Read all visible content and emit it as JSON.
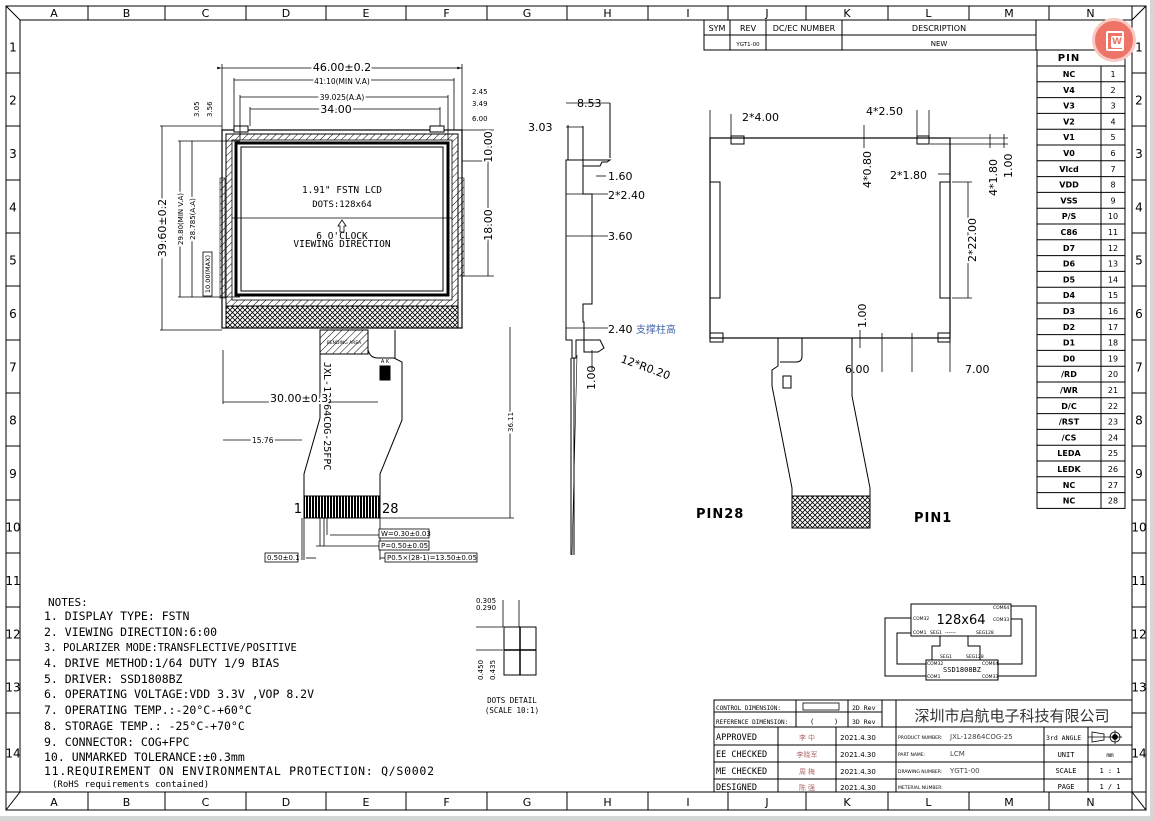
{
  "grid": {
    "columns": [
      "A",
      "B",
      "C",
      "D",
      "E",
      "F",
      "G",
      "H",
      "I",
      "J",
      "K",
      "L",
      "M",
      "N"
    ],
    "rows": [
      "1",
      "2",
      "3",
      "4",
      "5",
      "6",
      "7",
      "8",
      "9",
      "10",
      "11",
      "12",
      "13",
      "14"
    ]
  },
  "revision_table": {
    "headers": [
      "SYM",
      "REV",
      "DC/EC NUMBER",
      "DESCRIPTION"
    ],
    "row": {
      "sym": "",
      "rev": "YGT1-00",
      "dcec": "",
      "description": "NEW"
    }
  },
  "pin_table": {
    "header": "PIN",
    "pins": [
      {
        "name": "NC",
        "num": "1"
      },
      {
        "name": "V4",
        "num": "2"
      },
      {
        "name": "V3",
        "num": "3"
      },
      {
        "name": "V2",
        "num": "4"
      },
      {
        "name": "V1",
        "num": "5"
      },
      {
        "name": "V0",
        "num": "6"
      },
      {
        "name": "Vlcd",
        "num": "7"
      },
      {
        "name": "VDD",
        "num": "8"
      },
      {
        "name": "VSS",
        "num": "9"
      },
      {
        "name": "P/S",
        "num": "10"
      },
      {
        "name": "C86",
        "num": "11"
      },
      {
        "name": "D7",
        "num": "12"
      },
      {
        "name": "D6",
        "num": "13"
      },
      {
        "name": "D5",
        "num": "14"
      },
      {
        "name": "D4",
        "num": "15"
      },
      {
        "name": "D3",
        "num": "16"
      },
      {
        "name": "D2",
        "num": "17"
      },
      {
        "name": "D1",
        "num": "18"
      },
      {
        "name": "D0",
        "num": "19"
      },
      {
        "name": "/RD",
        "num": "20"
      },
      {
        "name": "/WR",
        "num": "21"
      },
      {
        "name": "D/C",
        "num": "22"
      },
      {
        "name": "/RST",
        "num": "23"
      },
      {
        "name": "/CS",
        "num": "24"
      },
      {
        "name": "LEDA",
        "num": "25"
      },
      {
        "name": "LEDK",
        "num": "26"
      },
      {
        "name": "NC",
        "num": "27"
      },
      {
        "name": "NC",
        "num": "28"
      }
    ]
  },
  "front_view": {
    "dims": {
      "width_total": "46.00±0.2",
      "min_va": "41.10(MIN V.A)",
      "aa": "39.025(A.A)",
      "w34": "34.00",
      "d245": "2.45",
      "d349": "3.49",
      "d600": "6.00",
      "d305": "3.05",
      "d356": "3.56",
      "height_total": "39.60±0.2",
      "h_min_va": "29.80(MIN V.A)",
      "h_aa": "28.785(A.A)",
      "h_max": "10.00(MAX)",
      "r10": "10.00",
      "r18": "18.00",
      "fpc_w": "30.00±0.3",
      "fpc_off": "15.76",
      "fpc_len": "36.11"
    },
    "lcd_lines": [
      "1.91\" FSTN LCD",
      "DOTS:128x64"
    ],
    "view_lines": [
      "6 O'CLOCK",
      "VIEWING DIRECTION"
    ],
    "bending_area": "BENDING AREA",
    "ak_label": "A K",
    "fpc_label": "JXL-12864COG-25FPC",
    "pin_first": "1",
    "pin_last": "28",
    "tolerances": {
      "w": "W=0.30±0.03",
      "p": "P=0.50±0.05",
      "pitch": "P0.5×(28-1)=13.50±0.05",
      "edge": "0.50±0.1"
    }
  },
  "side_view": {
    "d853": "8.53",
    "d303": "3.03",
    "d160": "1.60",
    "d2x240": "2*2.40",
    "d360": "3.60",
    "d240": "2.40",
    "support_note": "支撑柱高",
    "d100": "1.00",
    "radius": "12*R0.20"
  },
  "back_view": {
    "d2x400": "2*4.00",
    "d4x250": "4*2.50",
    "d4x080": "4*0.80",
    "d2x180": "2*1.80",
    "d4x180": "4*1.80",
    "d100": "1.00",
    "d2x2200": "2*22.00",
    "d100b": "1.00",
    "d600": "6.00",
    "d700": "7.00",
    "pin28": "PIN28",
    "pin1": "PIN1"
  },
  "notes": {
    "title": "NOTES:",
    "items": [
      "1. DISPLAY TYPE: FSTN",
      "2. VIEWING DIRECTION:6:00",
      "3. POLARIZER MODE:TRANSFLECTIVE/POSITIVE",
      "4. DRIVE METHOD:1/64 DUTY 1/9 BIAS",
      "5. DRIVER: SSD1808BZ",
      "6. OPERATING VOLTAGE:VDD 3.3V ,VOP 8.2V",
      "7. OPERATING TEMP.:-20°C-+60°C",
      "8. STORAGE TEMP.: -25°C-+70°C",
      "9. CONNECTOR: COG+FPC",
      "10. UNMARKED TOLERANCE:±0.3mm",
      "11.REQUIREMENT ON ENVIRONMENTAL PROTECTION: Q/S0002",
      "(RoHS requirements contained)"
    ]
  },
  "dots_detail": {
    "d305": "0.305",
    "d290": "0.290",
    "d450": "0.450",
    "d435": "0.435",
    "title": "DOTS DETAIL",
    "scale": "(SCALE 10:1)"
  },
  "block_diagram": {
    "panel": "128x64",
    "driver": "SSD1808BZ",
    "labels": {
      "com64": "COM64",
      "com32": "COM32",
      "com33": "COM33",
      "com1": "COM1",
      "seg1": "SEG1",
      "seg128": "SEG128",
      "dash": "------",
      "d_com32": "COM32",
      "d_com64": "COM64",
      "d_com1": "COM1",
      "d_com33": "COM33",
      "d_seg1": "SEG1",
      "d_seg128": "SEG128"
    }
  },
  "title_block": {
    "control_dimension": "CONTROL DIMENSION:",
    "reference_dimension": "REFERENCE DIMENSION:",
    "ref_paren_open": "(",
    "ref_paren_close": ")",
    "rev2d": "2D Rev",
    "rev3d": "3D Rev",
    "company": "深圳市启航电子科技有限公司",
    "sign_rows": [
      {
        "role": "APPROVED",
        "name": "李 中",
        "date": "2021.4.30"
      },
      {
        "role": "EE CHECKED",
        "name": "李晓军",
        "date": "2021.4.30"
      },
      {
        "role": "ME CHECKED",
        "name": "周 梅",
        "date": "2021.4.30"
      },
      {
        "role": "DESIGNED",
        "name": "陈 强",
        "date": "2021.4.30"
      }
    ],
    "product_number_label": "PRODUCT NUMBER:",
    "product_number": "JXL-12864COG-25",
    "part_name_label": "PART NAME:",
    "part_name": "LCM",
    "drawing_number_label": "DRAWING NUMBER:",
    "drawing_number": "YGT1-00",
    "material_number_label": "METERIAL NUMBER:",
    "angle_label": "3rd ANGLE",
    "unit_label": "UNIT",
    "unit": "mm",
    "scale_label": "SCALE",
    "scale": "1 : 1",
    "page_label": "PAGE",
    "page": "1 / 1"
  },
  "colors": {
    "line": "#000000",
    "signature": "#b26b6b",
    "float_button": "#ef7468"
  },
  "float_button": {
    "icon": "W"
  }
}
